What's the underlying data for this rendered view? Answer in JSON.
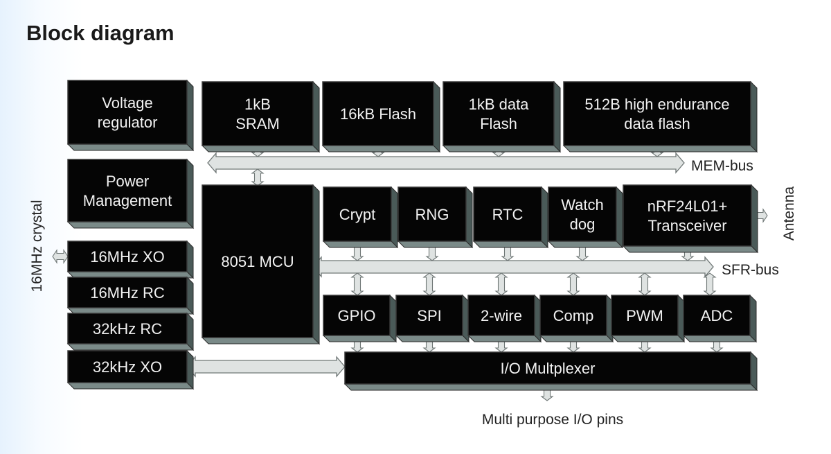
{
  "title": "Block diagram",
  "blocks": {
    "voltage_regulator": [
      "Voltage",
      "regulator"
    ],
    "sram": [
      "1kB",
      "SRAM"
    ],
    "flash": [
      "16kB Flash"
    ],
    "data_flash": [
      "1kB data",
      "Flash"
    ],
    "he_flash": [
      "512B high endurance",
      "data flash"
    ],
    "power_management": [
      "Power",
      "Management"
    ],
    "mcu": [
      "8051 MCU"
    ],
    "crypt": [
      "Crypt"
    ],
    "rng": [
      "RNG"
    ],
    "rtc": [
      "RTC"
    ],
    "watchdog": [
      "Watch",
      "dog"
    ],
    "transceiver": [
      "nRF24L01+",
      "Transceiver"
    ],
    "xo16": [
      "16MHz XO"
    ],
    "rc16": [
      "16MHz RC"
    ],
    "rc32": [
      "32kHz RC"
    ],
    "xo32": [
      "32kHz XO"
    ],
    "gpio": [
      "GPIO"
    ],
    "spi": [
      "SPI"
    ],
    "twowire": [
      "2-wire"
    ],
    "comp": [
      "Comp"
    ],
    "pwm": [
      "PWM"
    ],
    "adc": [
      "ADC"
    ],
    "iomux": [
      "I/O Multplexer"
    ]
  },
  "labels": {
    "mem_bus": "MEM-bus",
    "sfr_bus": "SFR-bus",
    "antenna": "Antenna",
    "crystal": "16MHz crystal",
    "io_pins": "Multi purpose I/O pins"
  },
  "colors": {
    "block_fill": "#050505",
    "block_side": "#4a5a58",
    "block_bottom": "#7a8a88",
    "bus_fill": "#dfe3e2",
    "bus_stroke": "#6f7776"
  }
}
